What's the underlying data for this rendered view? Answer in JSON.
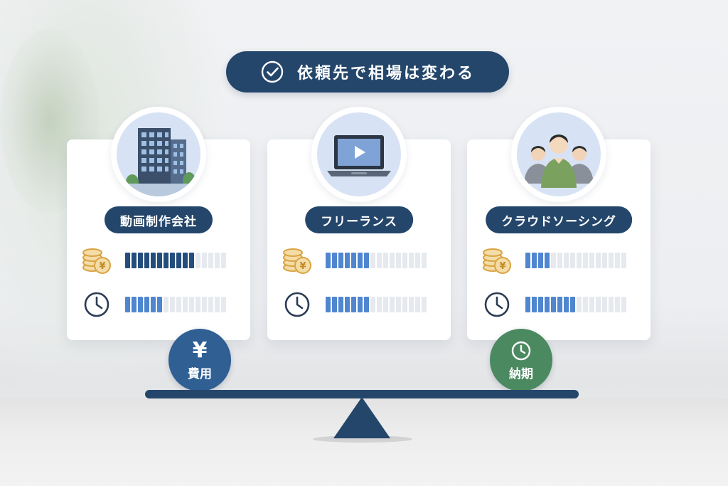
{
  "header": {
    "title": "依頼先で相場は変わる",
    "icon": "check-circle-icon"
  },
  "cards": [
    {
      "id": "company",
      "label": "動画制作会社",
      "icon": "office-building-icon",
      "cost_level": 11,
      "time_level": 6
    },
    {
      "id": "freelance",
      "label": "フリーランス",
      "icon": "laptop-video-icon",
      "cost_level": 7,
      "time_level": 7
    },
    {
      "id": "crowd",
      "label": "クラウドソーシング",
      "icon": "people-group-icon",
      "cost_level": 4,
      "time_level": 8
    }
  ],
  "meter": {
    "segments": 16,
    "cost_icon": "yen-coins-icon",
    "time_icon": "clock-icon"
  },
  "balance": {
    "left": {
      "glyph": "¥",
      "label": "費用",
      "icon": "yen-icon"
    },
    "right": {
      "label": "納期",
      "icon": "clock-icon"
    }
  },
  "colors": {
    "navy": "#24466b",
    "bar_dark": "#244d7c",
    "bar_light": "#4f86cf",
    "bar_empty": "#e6e9ee",
    "coin_gold": "#d9a441",
    "weight_blue": "#2f5f93",
    "weight_green": "#4b8a60"
  }
}
